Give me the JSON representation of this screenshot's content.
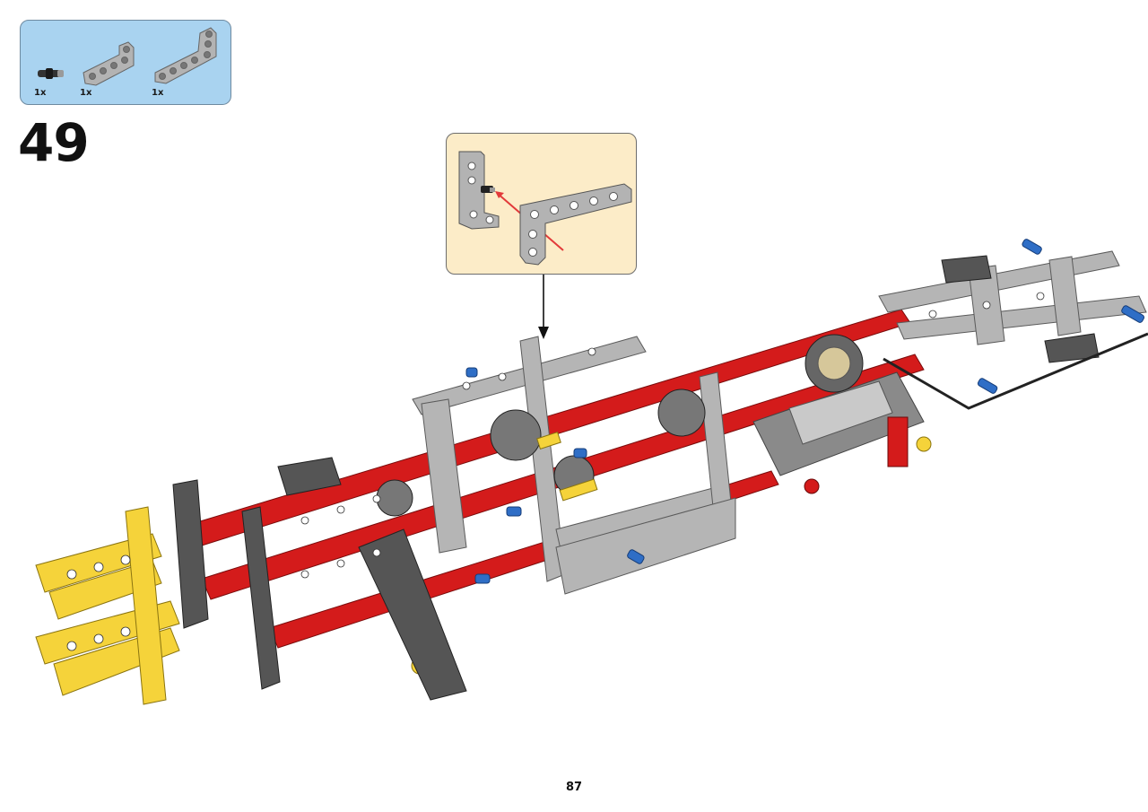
{
  "step": {
    "number": "49",
    "parts": [
      {
        "icon": "pin-with-bush-icon",
        "qty": "1x"
      },
      {
        "icon": "l-beam-3x3-icon",
        "qty": "1x"
      },
      {
        "icon": "l-beam-3x5-icon",
        "qty": "1x"
      }
    ],
    "callout_icon": "sub-assembly-callout-icon"
  },
  "colors": {
    "parts_box_bg": "#a9d3f0",
    "callout_bg": "#fcecc8",
    "beam_gray": "#b3b3b3",
    "frame_red": "#d41b1b",
    "accent_yellow": "#f5d33a",
    "pin_blue": "#2f6ec6",
    "dark_gray": "#555555"
  },
  "page": {
    "number": "87"
  }
}
